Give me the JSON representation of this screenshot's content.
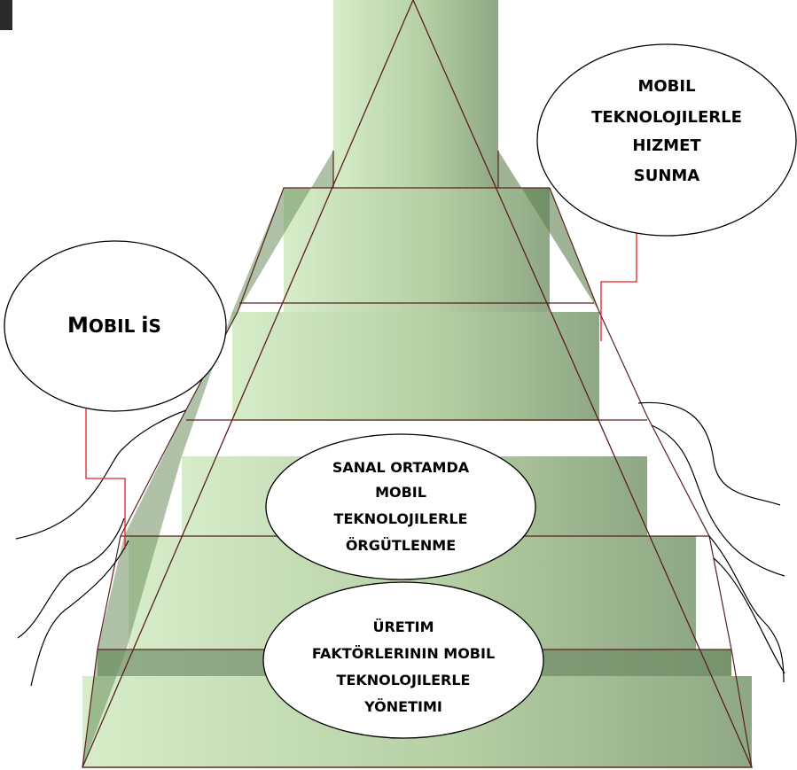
{
  "callouts": {
    "top_right": [
      "MOBIL",
      "TEKNOLOJILERLE",
      "HIZMET",
      "SUNMA"
    ],
    "left": {
      "cap_m": "M",
      "rest": "OBIL ",
      "i": "i",
      "s": "S"
    },
    "middle": [
      "SANAL ORTAMDA",
      "MOBIL",
      "TEKNOLOJILERLE",
      "ÖRGÜTLENME"
    ],
    "bottom": [
      "ÜRETIM",
      "FAKTÖRLERININ  MOBIL",
      "TEKNOLOJILERLE",
      "YÖNETIMI"
    ]
  },
  "colors": {
    "tier_light": "#d4ebc4",
    "tier_dark": "#8daa80",
    "side_band": "#6e8f60",
    "outline": "#5a2020",
    "callout_line": "#e02020",
    "title_bar": "#2a2a2a"
  }
}
